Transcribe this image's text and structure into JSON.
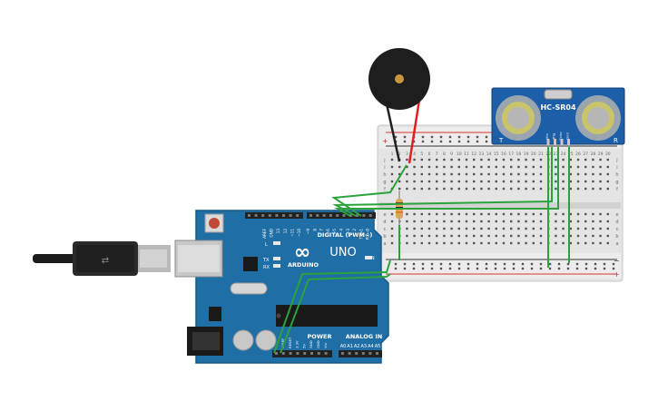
{
  "sensor": {
    "model": "HC-SR04",
    "pins": [
      "Vcc",
      "Trig",
      "Echo",
      "Gnd"
    ],
    "corner_marks": [
      "T",
      "R"
    ]
  },
  "arduino": {
    "brand": "ARDUINO",
    "model": "UNO",
    "logo": "∞",
    "digital_label": "DIGITAL (PWM~)",
    "power_label": "POWER",
    "analog_label": "ANALOG IN",
    "top_pins": [
      "AREF",
      "GND",
      "13",
      "12",
      "~11",
      "~10",
      "~9",
      "8",
      "7",
      "~6",
      "~5",
      "4",
      "~3",
      "2",
      "TX→1",
      "RX←0"
    ],
    "power_pins": [
      "IOREF",
      "RESET",
      "3.3V",
      "5V",
      "GND",
      "GND",
      "Vin"
    ],
    "analog_pins": [
      "A0",
      "A1",
      "A2",
      "A3",
      "A4",
      "A5"
    ],
    "led_labels": [
      "L",
      "TX",
      "RX"
    ],
    "on_label": "ON"
  },
  "breadboard": {
    "column_labels": [
      "1",
      "2",
      "3",
      "4",
      "5",
      "6",
      "7",
      "8",
      "9",
      "10",
      "11",
      "12",
      "13",
      "14",
      "15",
      "16",
      "17",
      "18",
      "19",
      "20",
      "21",
      "22",
      "23",
      "24",
      "25",
      "26",
      "27",
      "28",
      "29",
      "30"
    ],
    "row_labels_top": [
      "j",
      "i",
      "h",
      "g",
      "f"
    ],
    "row_labels_bottom": [
      "e",
      "d",
      "c",
      "b",
      "a"
    ],
    "rail_plus": "+",
    "rail_minus": "−"
  },
  "colors": {
    "board": "#1f6ea6",
    "board_dark": "#155a8a",
    "wire_green": "#2aa33b",
    "wire_red": "#e02020",
    "wire_black": "#222222",
    "breadboard": "#e6e6e6",
    "sensor_blue": "#1c5fa8"
  },
  "components": {
    "buzzer": "buzzer",
    "resistor": "resistor",
    "usb_cable": "usb-cable"
  }
}
